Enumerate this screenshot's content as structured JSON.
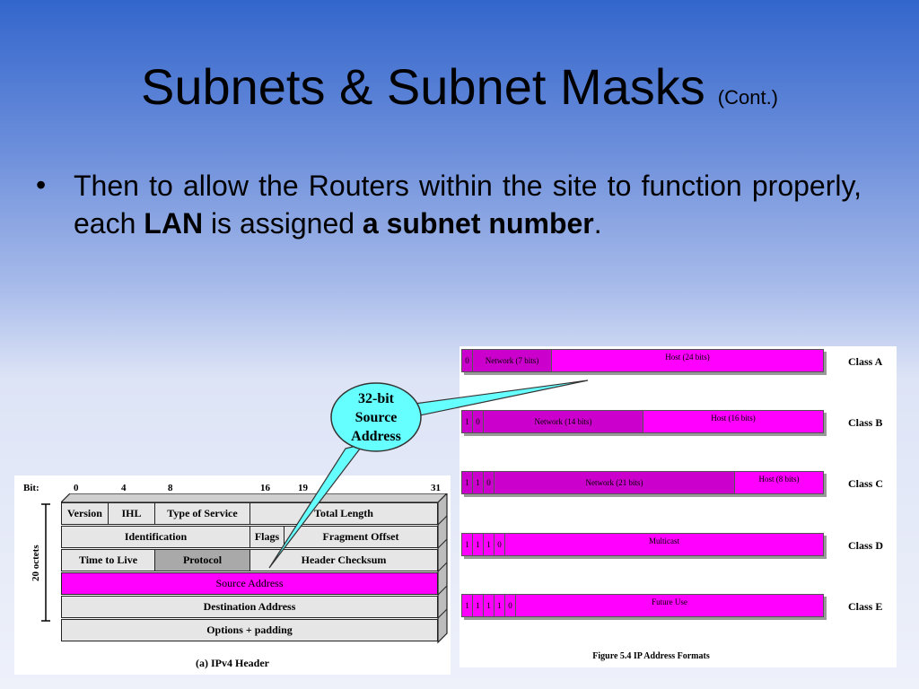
{
  "slide": {
    "title": "Subnets & Subnet Masks",
    "title_suffix": "(Cont.)",
    "bullet": {
      "marker": "•",
      "text_before": "Then to allow the Routers within the site to function properly, each ",
      "bold1": "LAN",
      "text_middle": " is assigned ",
      "bold2": "a subnet number",
      "text_after": "."
    }
  },
  "callout": {
    "line1": "32-bit",
    "line2": "Source",
    "line3": "Address",
    "fill": "#66ffff"
  },
  "ipv4_header": {
    "bit_label": "Bit:",
    "bit_ticks": [
      "0",
      "4",
      "8",
      "16",
      "19",
      "31"
    ],
    "octets_label": "20 octets",
    "rows": [
      [
        "Version",
        "IHL",
        "Type of Service",
        "Total Length"
      ],
      [
        "Identification",
        "Flags",
        "Fragment Offset"
      ],
      [
        "Time to Live",
        "Protocol",
        "Header Checksum"
      ],
      [
        "Source Address"
      ],
      [
        "Destination Address"
      ],
      [
        "Options + padding"
      ]
    ],
    "caption": "(a) IPv4 Header",
    "colors": {
      "field": "#e6e6e6",
      "highlight": "#ff00ff",
      "protocol": "#a9a9a9"
    }
  },
  "ip_formats": {
    "classes": [
      {
        "label": "Class A",
        "bits": [
          "0"
        ],
        "fields": [
          "Network (7 bits)",
          "Host (24 bits)"
        ]
      },
      {
        "label": "Class B",
        "bits": [
          "1",
          "0"
        ],
        "fields": [
          "Network (14 bits)",
          "Host (16 bits)"
        ]
      },
      {
        "label": "Class C",
        "bits": [
          "1",
          "1",
          "0"
        ],
        "fields": [
          "Network (21 bits)",
          "Host (8 bits)"
        ]
      },
      {
        "label": "Class D",
        "bits": [
          "1",
          "1",
          "1",
          "0"
        ],
        "fields": [
          "Multicast"
        ]
      },
      {
        "label": "Class E",
        "bits": [
          "1",
          "1",
          "1",
          "1",
          "0"
        ],
        "fields": [
          "Future Use"
        ]
      }
    ],
    "caption": "Figure 5.4 IP Address Formats",
    "colors": {
      "bar": "#ff00ff",
      "network": "#cc00cc"
    }
  }
}
